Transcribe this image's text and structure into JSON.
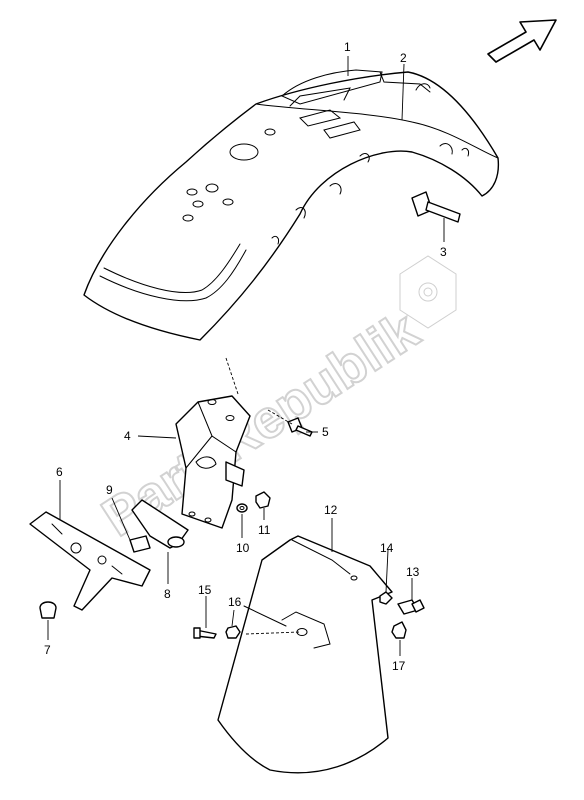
{
  "watermark": "PartsRepublik",
  "icons": {
    "direction": "arrow-up-right-icon",
    "watermark": "gear-icon"
  },
  "colors": {
    "line": "#000000",
    "watermark": "#d2d2d2",
    "background": "#ffffff"
  },
  "callouts": [
    "1",
    "2",
    "3",
    "4",
    "5",
    "6",
    "7",
    "8",
    "9",
    "10",
    "11",
    "12",
    "13",
    "14",
    "15",
    "16",
    "17"
  ]
}
